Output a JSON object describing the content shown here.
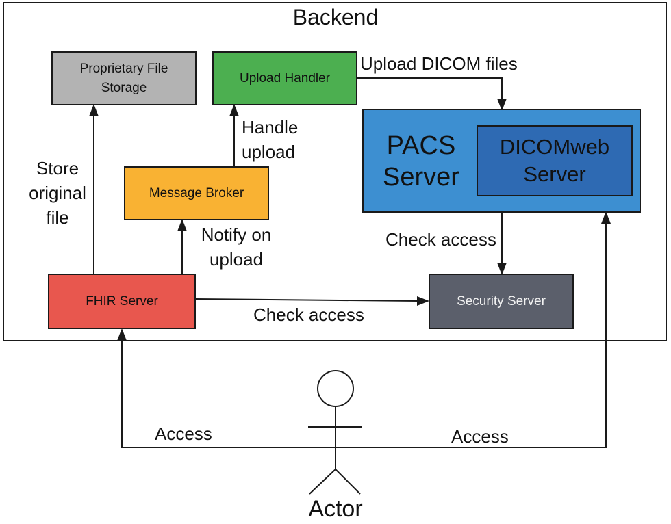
{
  "diagram": {
    "title": "Backend",
    "nodes": {
      "proprietary_storage": {
        "label": "Proprietary File Storage",
        "color": "#b3b3b3",
        "text_color": "#1a1a1a"
      },
      "upload_handler": {
        "label": "Upload Handler",
        "color": "#4caf50",
        "text_color": "#1a1a1a"
      },
      "message_broker": {
        "label": "Message Broker",
        "color": "#f9b233",
        "text_color": "#1a1a1a"
      },
      "fhir_server": {
        "label": "FHIR Server",
        "color": "#e8574e",
        "text_color": "#1a1a1a"
      },
      "security_server": {
        "label": "Security Server",
        "color": "#5b5f6b",
        "text_color": "#f2f2f2"
      },
      "pacs_server": {
        "label": "PACS Server",
        "color": "#3d8fd1",
        "text_color": "#1a1a1a"
      },
      "dicomweb_server": {
        "label": "DICOMweb Server",
        "color": "#2e6ab3",
        "text_color": "#1a1a1a"
      }
    },
    "edges": {
      "store_original_file": "Store original file",
      "handle_upload": "Handle upload",
      "notify_on_upload": "Notify on upload",
      "upload_dicom_files": "Upload DICOM files",
      "check_access_pacs": "Check access",
      "check_access_fhir": "Check access",
      "access_fhir": "Access",
      "access_pacs": "Access"
    },
    "actor": {
      "label": "Actor"
    }
  }
}
